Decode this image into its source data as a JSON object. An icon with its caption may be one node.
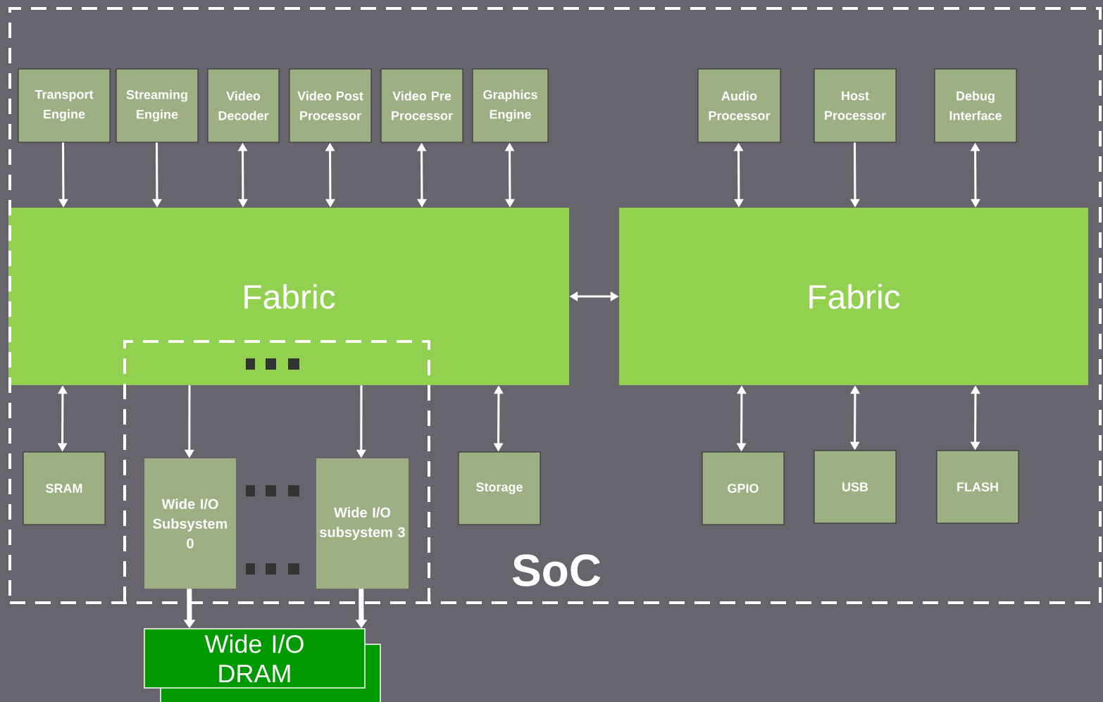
{
  "diagram": {
    "nodes": [
      {
        "text": [
          "SoC"
        ]
      },
      {
        "text": [
          "Transport Engine"
        ],
        "in": 0
      },
      {
        "text": [
          "Streaming Engine"
        ],
        "in": 0
      },
      {
        "text": [
          "Video Decoder"
        ],
        "in": 0
      },
      {
        "text": [
          "Video Post Processor"
        ],
        "in": 0
      },
      {
        "text": [
          "Video Pre Processor"
        ],
        "in": 0
      },
      {
        "text": [
          "Graphics Engine"
        ],
        "in": 0
      },
      {
        "text": [
          "Audio Processor"
        ],
        "in": 0
      },
      {
        "text": [
          "Host Processor"
        ],
        "in": 0
      },
      {
        "text": [
          "Debug Interface"
        ],
        "in": 0
      },
      {
        "text": [
          "Fabric"
        ],
        "in": 0
      },
      {
        "text": [
          "Fabric"
        ],
        "in": 0
      },
      {
        "text": [
          "SRAM"
        ],
        "in": 0
      },
      {
        "text": [
          "Wide I/O Subsystem 0"
        ],
        "in": 0
      },
      {
        "text": [
          "Wide I/O subsystem 3"
        ],
        "in": 0
      },
      {
        "text": [
          "Storage"
        ],
        "in": 0
      },
      {
        "text": [
          "GPIO"
        ],
        "in": 0
      },
      {
        "text": [
          "USB"
        ],
        "in": 0
      },
      {
        "text": [
          "FLASH"
        ],
        "in": 0
      },
      {
        "text": [
          "Wide I/O DRAM"
        ]
      }
    ],
    "edges": [
      {
        "from": 1,
        "to": 10,
        "arrow": "to"
      },
      {
        "from": 2,
        "to": 10,
        "arrow": "to"
      },
      {
        "from": 3,
        "to": 10,
        "arrow": "both"
      },
      {
        "from": 4,
        "to": 10,
        "arrow": "both"
      },
      {
        "from": 5,
        "to": 10,
        "arrow": "both"
      },
      {
        "from": 6,
        "to": 10,
        "arrow": "both"
      },
      {
        "from": 7,
        "to": 11,
        "arrow": "both"
      },
      {
        "from": 8,
        "to": 11,
        "arrow": "to"
      },
      {
        "from": 9,
        "to": 11,
        "arrow": "both"
      },
      {
        "from": 10,
        "to": 11,
        "arrow": "both"
      },
      {
        "from": 12,
        "to": 10,
        "arrow": "both"
      },
      {
        "from": 10,
        "to": 13,
        "arrow": "to"
      },
      {
        "from": 10,
        "to": 14,
        "arrow": "to"
      },
      {
        "from": 15,
        "to": 10,
        "arrow": "both"
      },
      {
        "from": 16,
        "to": 11,
        "arrow": "both"
      },
      {
        "from": 17,
        "to": 11,
        "arrow": "both"
      },
      {
        "from": 18,
        "to": 11,
        "arrow": "both"
      },
      {
        "from": 13,
        "to": 19,
        "arrow": "to",
        "style": "thick"
      },
      {
        "from": 14,
        "to": 19,
        "arrow": "to",
        "style": "thick"
      }
    ]
  }
}
